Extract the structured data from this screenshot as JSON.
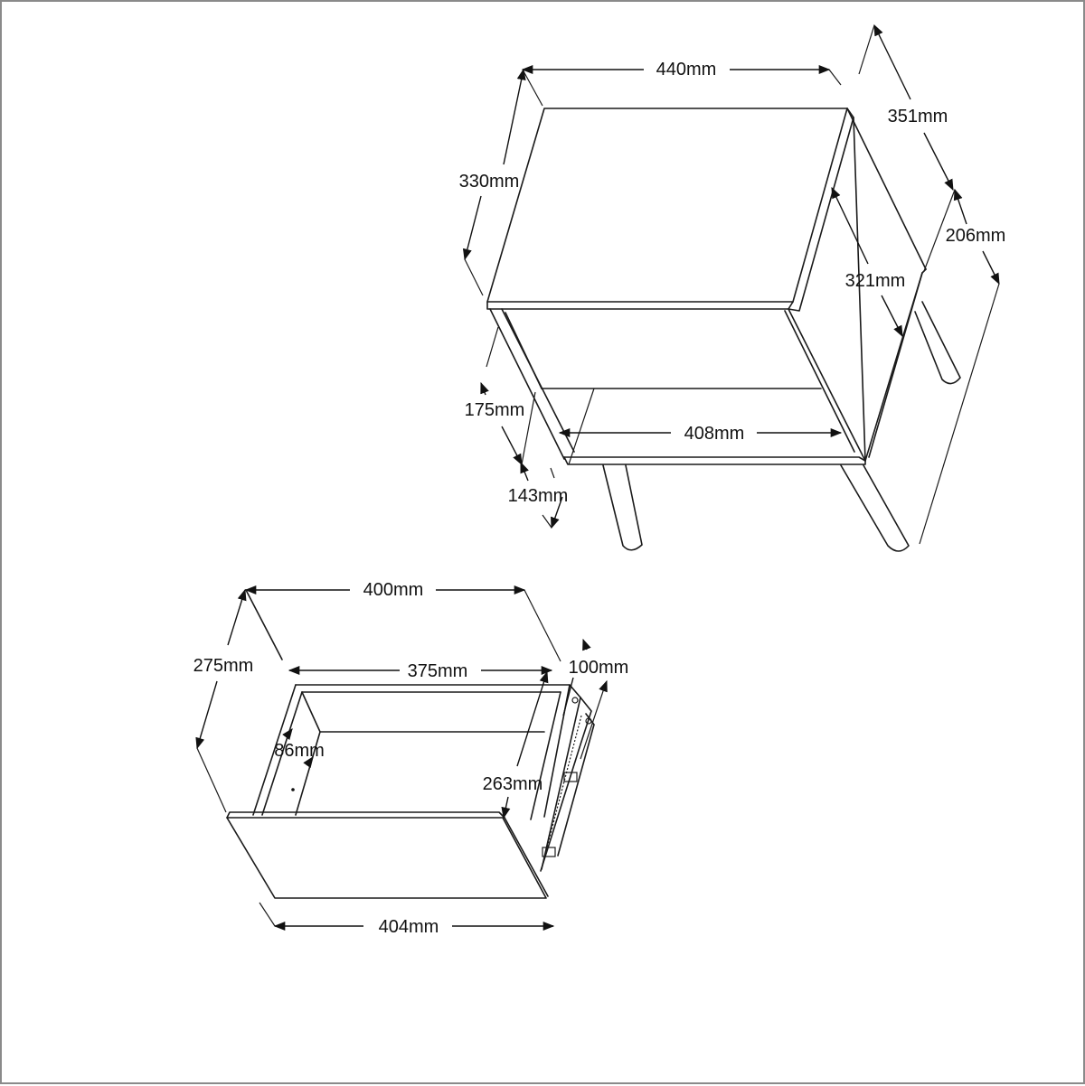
{
  "drawing": {
    "subject": "Nightstand with drawer — dimensioned line drawing",
    "line_color": "#1a1a1a",
    "border_color": "#8a8a8a"
  },
  "cabinet": {
    "dimensions": {
      "width_top": "440mm",
      "height_side": "330mm",
      "depth_top": "351mm",
      "leg_height": "206mm",
      "inner_height": "321mm",
      "shelf_height": "175mm",
      "shelf_opening": "143mm",
      "shelf_width": "408mm"
    }
  },
  "drawer": {
    "dimensions": {
      "outer_width": "400mm",
      "outer_depth": "275mm",
      "inner_width": "375mm",
      "runner_height": "100mm",
      "inner_depth": "263mm",
      "side_height": "86mm",
      "front_width": "404mm"
    }
  }
}
